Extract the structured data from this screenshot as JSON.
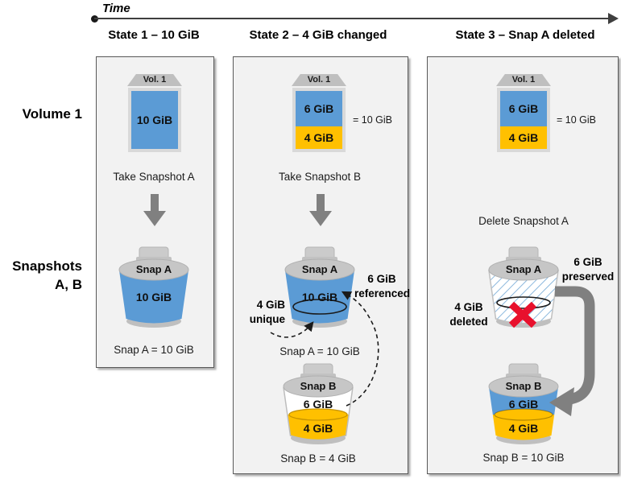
{
  "timeline": {
    "label": "Time"
  },
  "row_labels": {
    "volume": "Volume 1",
    "snapshots_line1": "Snapshots",
    "snapshots_line2": "A, B"
  },
  "columns": [
    {
      "header": "State 1 – 10 GiB",
      "volume": {
        "tag": "Vol. 1",
        "segments": [
          "10 GiB"
        ]
      },
      "action": "Take Snapshot A",
      "snap_a": {
        "name": "Snap A",
        "value": "10 GiB",
        "caption": "Snap A = 10 GiB"
      }
    },
    {
      "header": "State 2 – 4 GiB changed",
      "volume": {
        "tag": "Vol. 1",
        "segments": [
          "6 GiB",
          "4 GiB"
        ],
        "total": "= 10 GiB"
      },
      "action": "Take Snapshot B",
      "snap_a": {
        "name": "Snap A",
        "value": "10 GiB",
        "caption": "Snap A = 10 GiB",
        "annotations": {
          "left": {
            "value": "4 GiB",
            "word": "unique"
          },
          "right": {
            "value": "6 GiB",
            "word": "referenced"
          }
        }
      },
      "snap_b": {
        "name": "Snap B",
        "segments": [
          "6 GiB",
          "4 GiB"
        ],
        "caption": "Snap B = 4 GiB"
      }
    },
    {
      "header": "State 3 – Snap A deleted",
      "volume": {
        "tag": "Vol. 1",
        "segments": [
          "6 GiB",
          "4 GiB"
        ],
        "total": "= 10 GiB"
      },
      "action": "Delete Snapshot A",
      "snap_a": {
        "name": "Snap A",
        "annotations": {
          "left": {
            "value": "4 GiB",
            "word": "deleted"
          },
          "right": {
            "value": "6 GiB",
            "word": "preserved"
          }
        }
      },
      "snap_b": {
        "name": "Snap B",
        "segments": [
          "6 GiB",
          "4 GiB"
        ],
        "caption": "Snap B = 10 GiB"
      }
    }
  ],
  "colors": {
    "volume_blue": "#5b9bd5",
    "changed_orange": "#ffc000",
    "arrow_gray": "#808080",
    "delete_red": "#e8112d",
    "panel_bg": "#f2f2f2"
  }
}
